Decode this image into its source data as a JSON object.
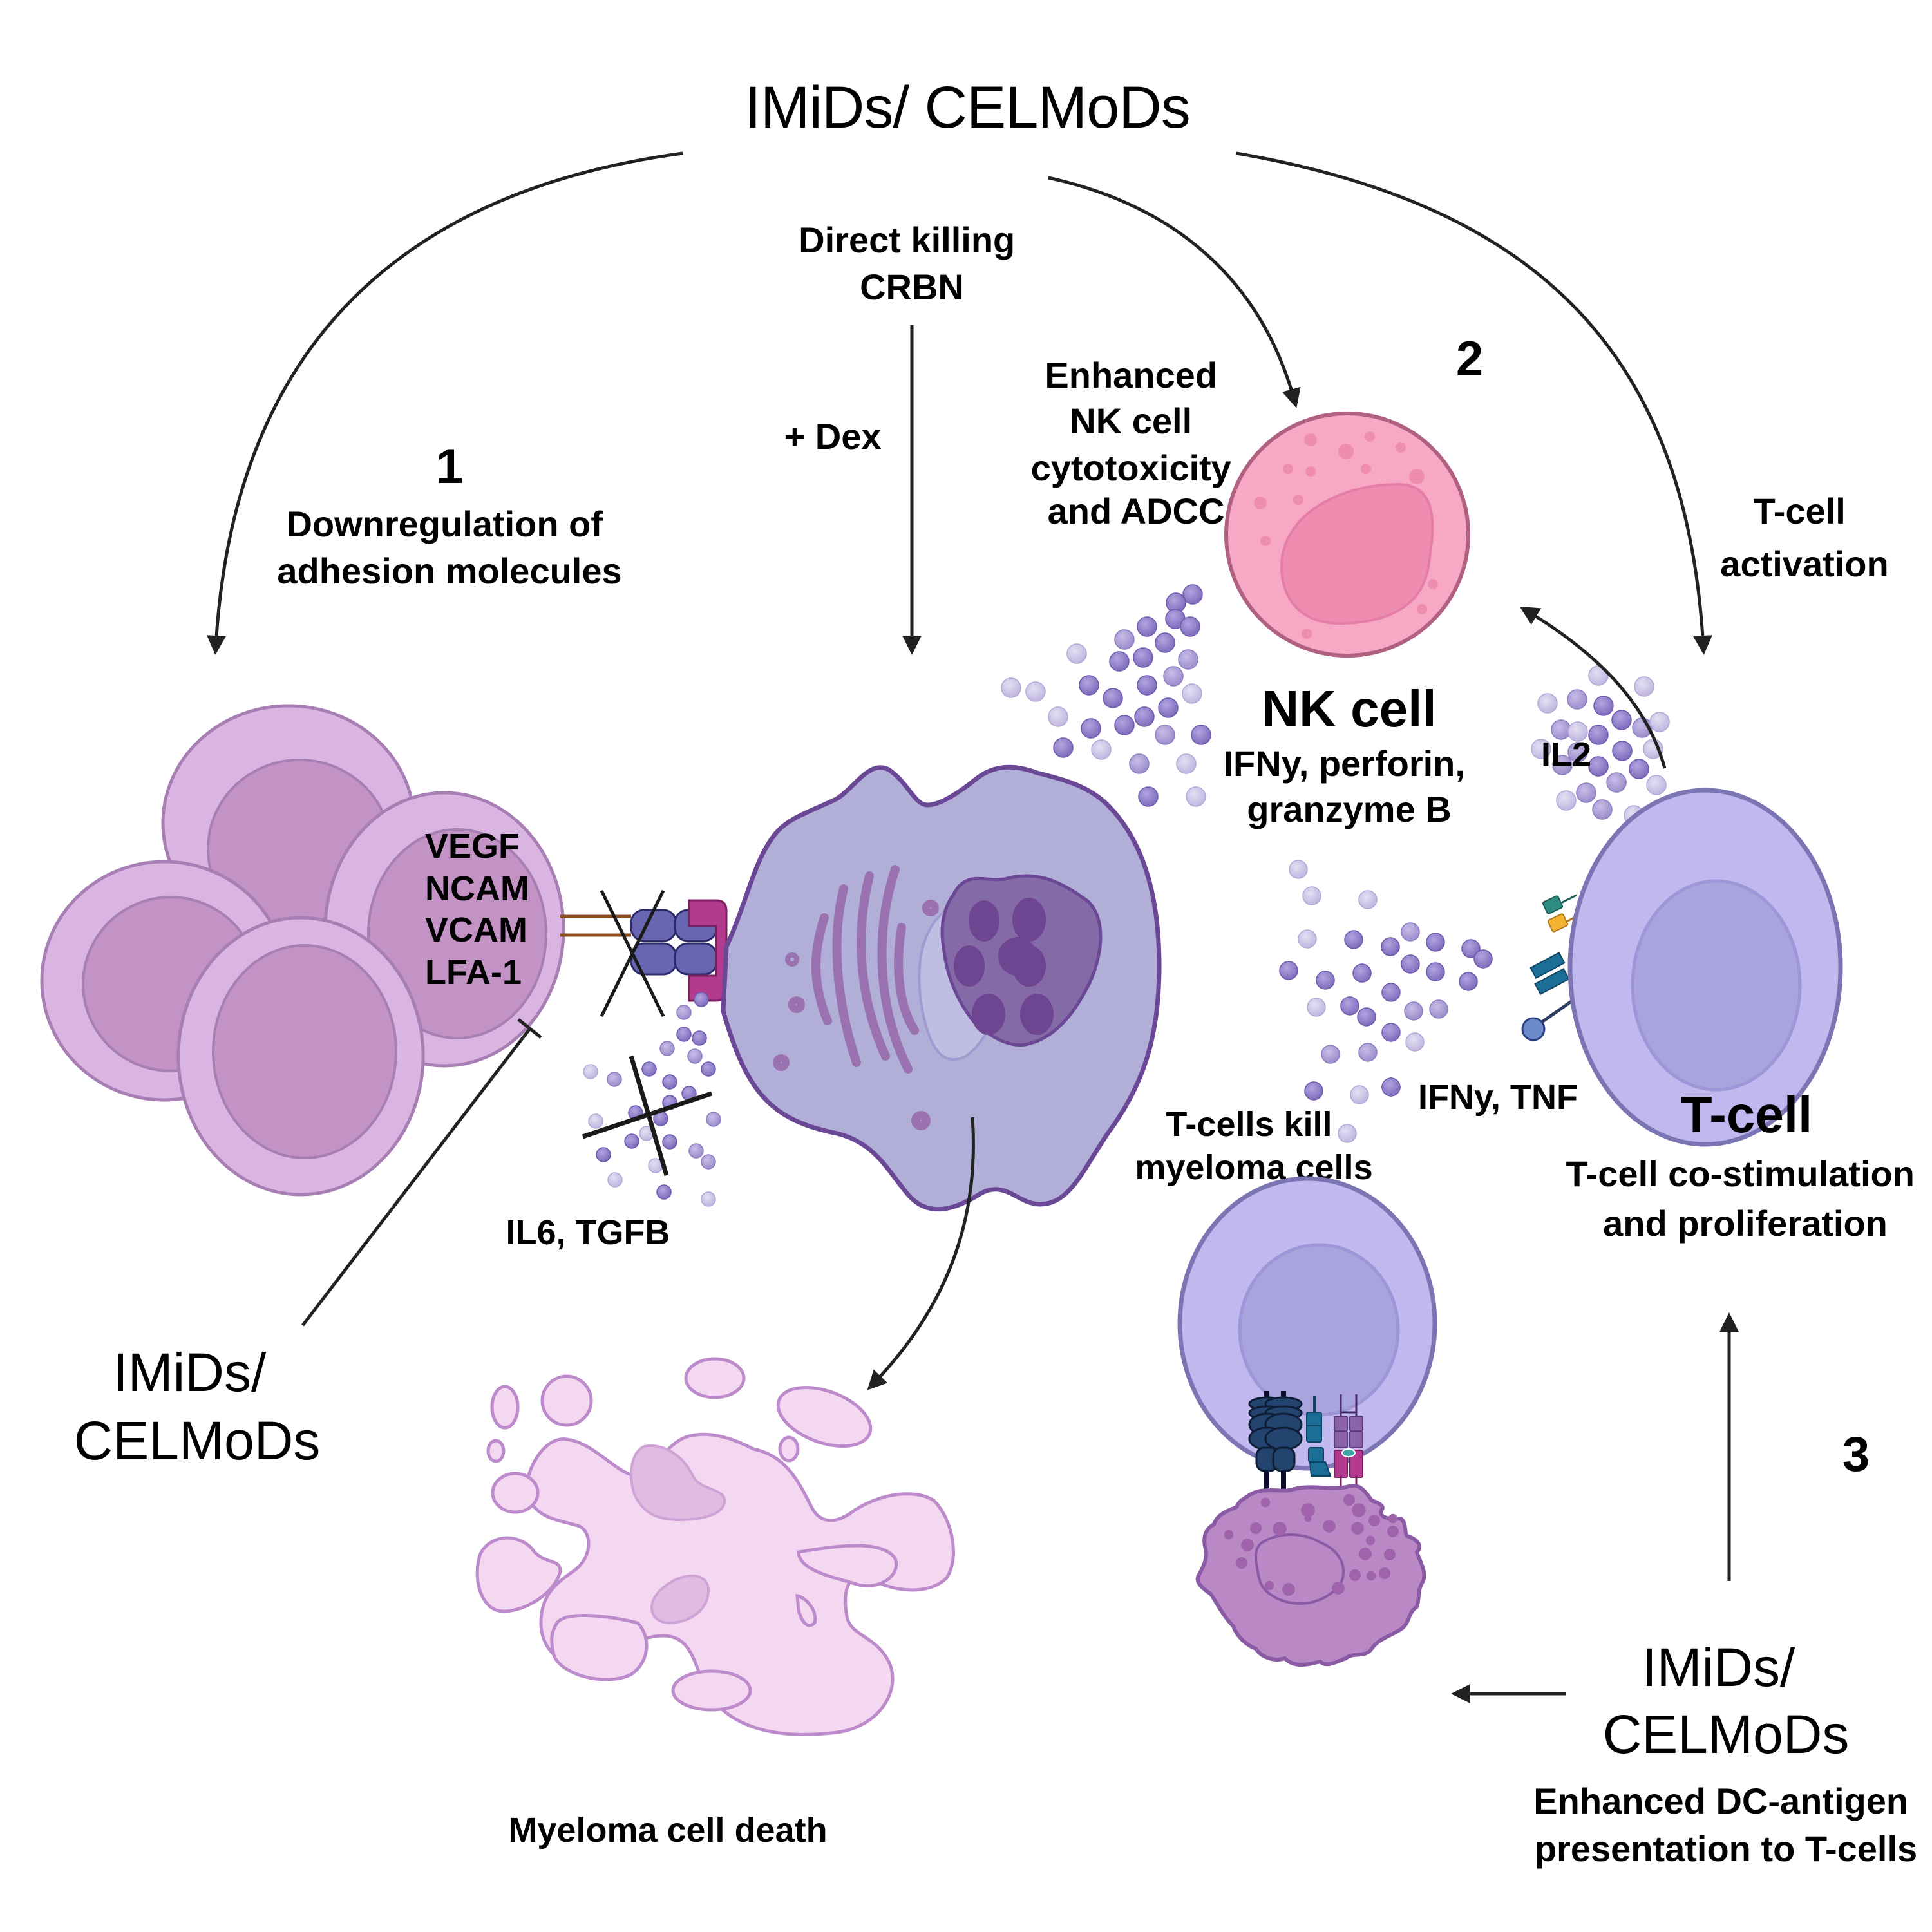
{
  "title": "IMiDs/ CELMoDs",
  "colors": {
    "arrow": "#222222",
    "nk_fill": "#f7a8c4",
    "nk_stroke": "#b06080",
    "nk_nucleus": "#ef8db0",
    "nk_granule": "#ef8db0",
    "stromal_outer": "#dab5e2",
    "stromal_stroke": "#a87fb5",
    "stromal_inner": "#c293c4",
    "myeloma_fill": "#b1aed8",
    "myeloma_stroke": "#6a4896",
    "myeloma_er": "#9a72b0",
    "myeloma_nucleus": "#856aa8",
    "myeloma_chromatin": "#6e4590",
    "tcell_fill": "#c1b8ef",
    "tcell_stroke": "#7b75b4",
    "tcell_nucleus": "#aaa4de",
    "dc_fill": "#bb88c6",
    "dc_stroke": "#8a5aa5",
    "apoptotic_fill": "#f4d8f2",
    "apoptotic_stroke": "#bd8bcb",
    "apoptotic_inner": "#e0bce3",
    "cytokine_dark": "#8b79c4",
    "cytokine_mid": "#a89ad2",
    "cytokine_light": "#cbc2e6",
    "receptor_magenta": "#b23a8f",
    "receptor_blue": "#6866b0",
    "receptor_navy": "#23446f",
    "receptor_teal": "#1c6e96",
    "receptor_purple": "#8a62aa",
    "receptor_green": "#2e8b80",
    "receptor_yellow": "#f4b233",
    "receptor_ball": "#6a8bc8",
    "adhesion_line": "#8a4e22"
  },
  "labels": {
    "direct_killing": [
      "Direct killing",
      "CRBN"
    ],
    "dex": "+ Dex",
    "nk_enhanced": [
      "Enhanced",
      "NK cell",
      "cytotoxicity",
      "and ADCC"
    ],
    "step1_num": "1",
    "step1_text": [
      "Downregulation of",
      "adhesion molecules"
    ],
    "step2_num": "2",
    "step3_num": "3",
    "tcell_activation": [
      "T-cell",
      "activation"
    ],
    "nk_cell_title": "NK cell",
    "nk_cell_sub": [
      "IFNy, perforin,",
      "granzyme B"
    ],
    "il2": "IL2",
    "adhesion_molecules": [
      "VEGF",
      "NCAM",
      "VCAM",
      "LFA-1"
    ],
    "ifny_tnf": "IFNy, TNF",
    "tcells_kill": [
      "T-cells kill",
      "myeloma cells"
    ],
    "tcell_title": "T-cell",
    "tcell_sub": [
      "T-cell co-stimulation",
      "and proliferation"
    ],
    "il6_tgfb": "IL6, TGFB",
    "left_drug": [
      "IMiDs/",
      "CELMoDs"
    ],
    "myeloma_death": "Myeloma cell death",
    "right_drug": [
      "IMiDs/",
      "CELMoDs"
    ],
    "dc_text": [
      "Enhanced DC-antigen",
      "presentation to T-cells"
    ]
  }
}
